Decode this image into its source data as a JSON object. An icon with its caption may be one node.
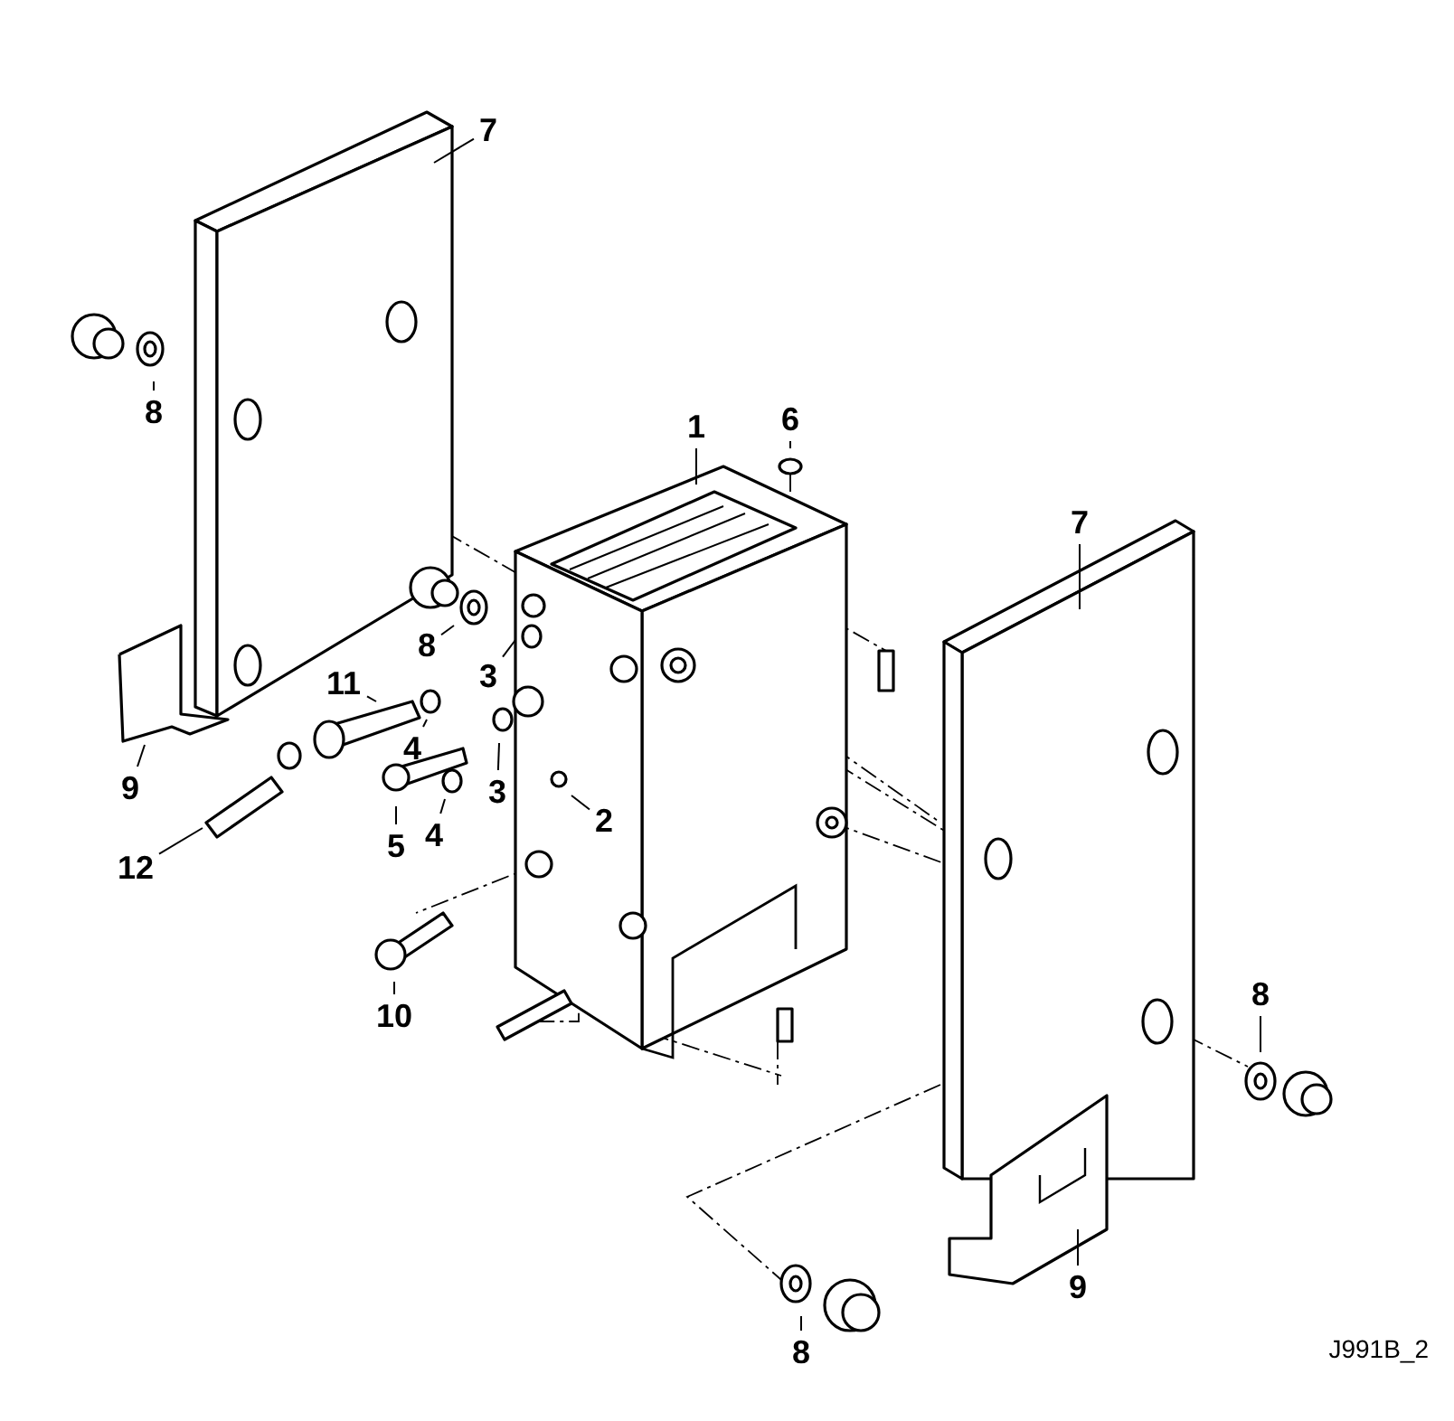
{
  "diagram": {
    "nodes": [
      {
        "text": [
          "7"
        ]
      },
      {
        "text": [
          "8"
        ]
      },
      {
        "text": [
          "1"
        ]
      },
      {
        "text": [
          "6"
        ]
      },
      {
        "text": [
          "7"
        ]
      },
      {
        "text": [
          "8"
        ]
      },
      {
        "text": [
          "3"
        ]
      },
      {
        "text": [
          "11"
        ]
      },
      {
        "text": [
          "4"
        ]
      },
      {
        "text": [
          "3"
        ]
      },
      {
        "text": [
          "9"
        ]
      },
      {
        "text": [
          "2"
        ]
      },
      {
        "text": [
          "4"
        ]
      },
      {
        "text": [
          "5"
        ]
      },
      {
        "text": [
          "12"
        ]
      },
      {
        "text": [
          "8"
        ]
      },
      {
        "text": [
          "10"
        ]
      },
      {
        "text": [
          "9"
        ]
      },
      {
        "text": [
          "8"
        ]
      }
    ],
    "edges": [
      {
        "from": 0,
        "to": null,
        "arrow": "none"
      },
      {
        "from": 1,
        "to": null,
        "arrow": "none"
      },
      {
        "from": 2,
        "to": null,
        "arrow": "none"
      },
      {
        "from": 3,
        "to": null,
        "arrow": "none"
      },
      {
        "from": 4,
        "to": null,
        "arrow": "none"
      },
      {
        "from": 5,
        "to": null,
        "arrow": "none"
      },
      {
        "from": 6,
        "to": null,
        "arrow": "none"
      },
      {
        "from": 7,
        "to": null,
        "arrow": "none"
      },
      {
        "from": 8,
        "to": null,
        "arrow": "none"
      },
      {
        "from": 9,
        "to": null,
        "arrow": "none"
      },
      {
        "from": 10,
        "to": null,
        "arrow": "none"
      },
      {
        "from": 11,
        "to": null,
        "arrow": "none"
      },
      {
        "from": 12,
        "to": null,
        "arrow": "none"
      },
      {
        "from": 13,
        "to": null,
        "arrow": "none"
      },
      {
        "from": 14,
        "to": null,
        "arrow": "none"
      },
      {
        "from": 15,
        "to": null,
        "arrow": "none"
      },
      {
        "from": 16,
        "to": null,
        "arrow": "none"
      },
      {
        "from": 17,
        "to": null,
        "arrow": "none"
      },
      {
        "from": 18,
        "to": null,
        "arrow": "none"
      }
    ],
    "labels": [
      "J991B_2"
    ]
  }
}
